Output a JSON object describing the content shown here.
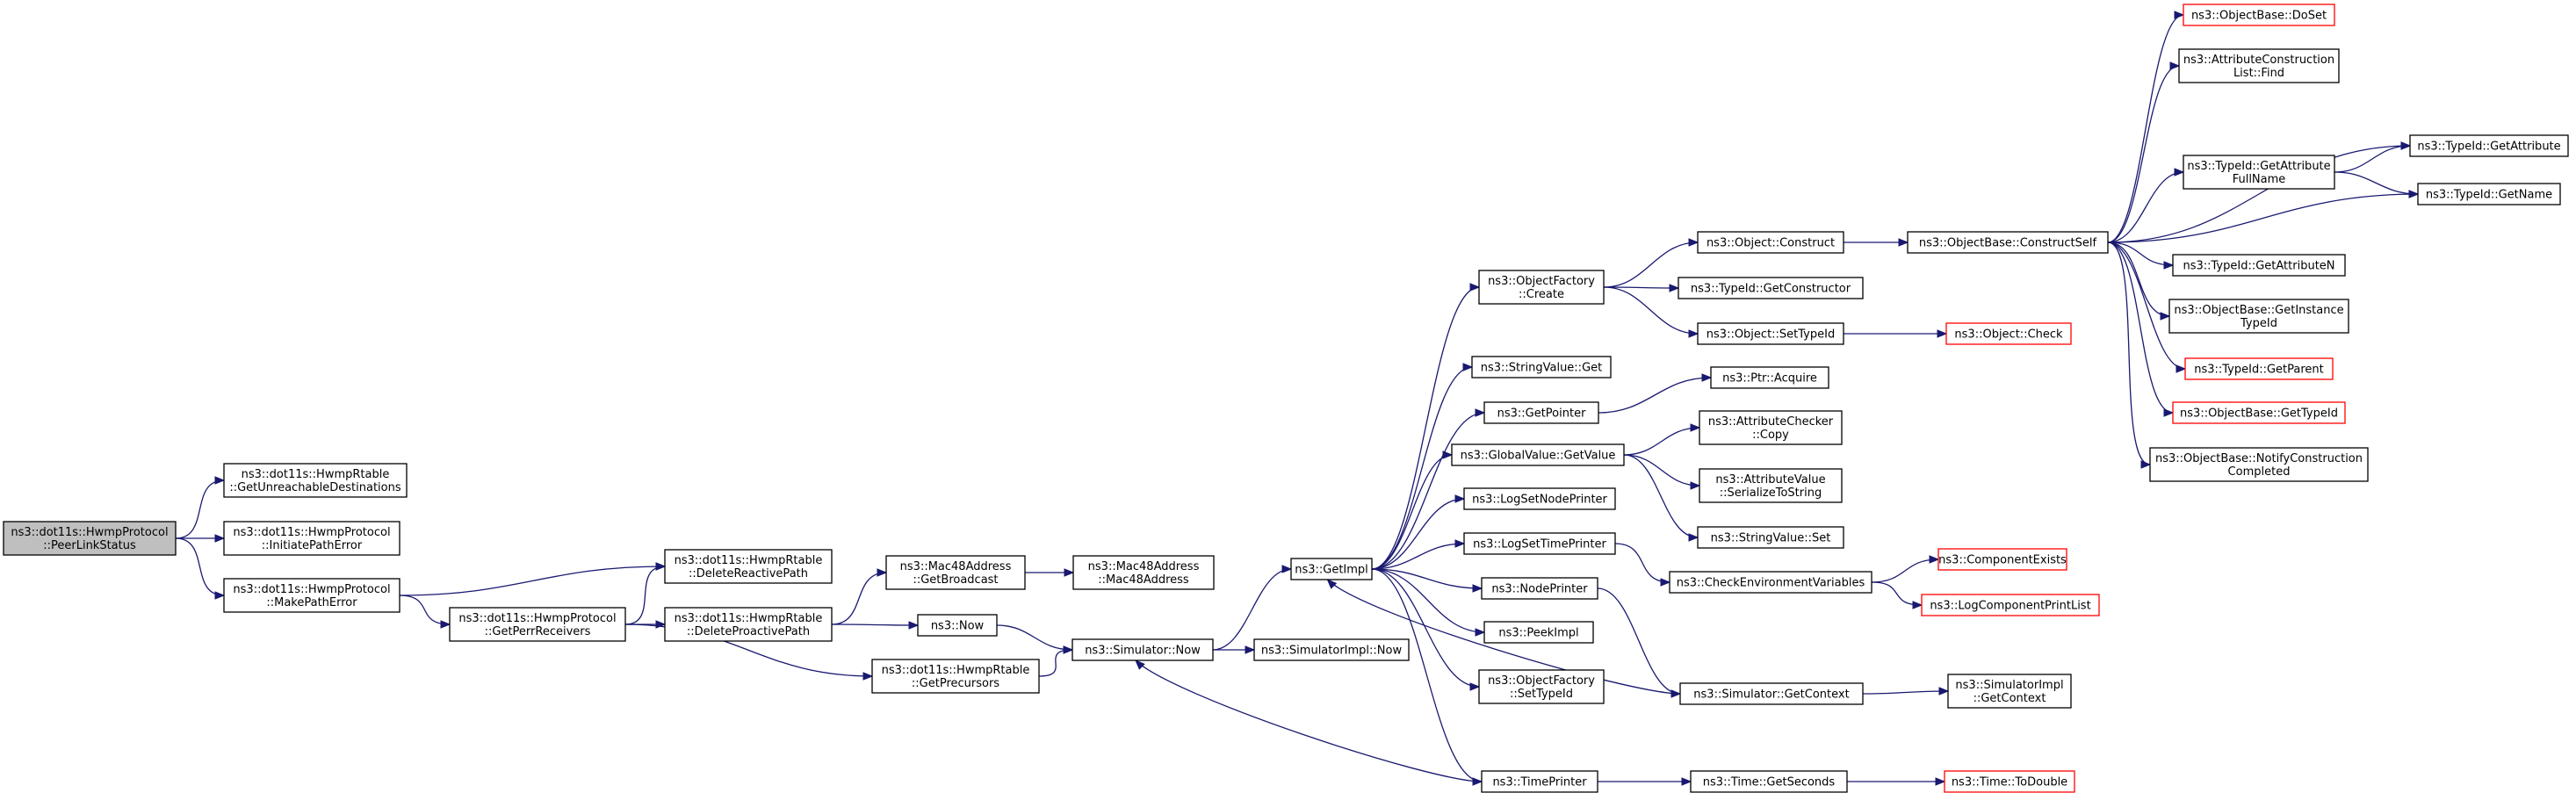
{
  "colors": {
    "edge": "#191970",
    "node_border": "#000000",
    "node_border_red": "#ff0000",
    "root_fill": "#bfbfbf",
    "node_fill": "#ffffff"
  },
  "nodes": [
    {
      "id": "peerlinkstatus",
      "lines": [
        "ns3::dot11s::HwmpProtocol",
        "::PeerLinkStatus"
      ],
      "style": "root"
    },
    {
      "id": "getunreachable",
      "lines": [
        "ns3::dot11s::HwmpRtable",
        "::GetUnreachableDestinations"
      ],
      "style": "normal"
    },
    {
      "id": "initiatepatherror",
      "lines": [
        "ns3::dot11s::HwmpProtocol",
        "::InitiatePathError"
      ],
      "style": "normal"
    },
    {
      "id": "makepatherror",
      "lines": [
        "ns3::dot11s::HwmpProtocol",
        "::MakePathError"
      ],
      "style": "normal"
    },
    {
      "id": "deletereactivepath",
      "lines": [
        "ns3::dot11s::HwmpRtable",
        "::DeleteReactivePath"
      ],
      "style": "normal"
    },
    {
      "id": "getperrreceivers",
      "lines": [
        "ns3::dot11s::HwmpProtocol",
        "::GetPerrReceivers"
      ],
      "style": "normal"
    },
    {
      "id": "deleteproactivepath",
      "lines": [
        "ns3::dot11s::HwmpRtable",
        "::DeleteProactivePath"
      ],
      "style": "normal"
    },
    {
      "id": "getprecursors",
      "lines": [
        "ns3::dot11s::HwmpRtable",
        "::GetPrecursors"
      ],
      "style": "normal"
    },
    {
      "id": "getbroadcast",
      "lines": [
        "ns3::Mac48Address",
        "::GetBroadcast"
      ],
      "style": "normal"
    },
    {
      "id": "mac48address",
      "lines": [
        "ns3::Mac48Address",
        "::Mac48Address"
      ],
      "style": "normal"
    },
    {
      "id": "now",
      "lines": [
        "ns3::Now"
      ],
      "style": "normal"
    },
    {
      "id": "simulatornow",
      "lines": [
        "ns3::Simulator::Now"
      ],
      "style": "normal"
    },
    {
      "id": "simulatorimplnow",
      "lines": [
        "ns3::SimulatorImpl::Now"
      ],
      "style": "normal"
    },
    {
      "id": "getimpl",
      "lines": [
        "ns3::GetImpl"
      ],
      "style": "normal"
    },
    {
      "id": "objectfactorycreate",
      "lines": [
        "ns3::ObjectFactory",
        "::Create"
      ],
      "style": "normal"
    },
    {
      "id": "stringvalueget",
      "lines": [
        "ns3::StringValue::Get"
      ],
      "style": "normal"
    },
    {
      "id": "getpointer",
      "lines": [
        "ns3::GetPointer"
      ],
      "style": "normal"
    },
    {
      "id": "globalvaluegetvalue",
      "lines": [
        "ns3::GlobalValue::GetValue"
      ],
      "style": "normal"
    },
    {
      "id": "logsetnodeprinter",
      "lines": [
        "ns3::LogSetNodePrinter"
      ],
      "style": "normal"
    },
    {
      "id": "logsettimeprinter",
      "lines": [
        "ns3::LogSetTimePrinter"
      ],
      "style": "normal"
    },
    {
      "id": "nodeprinter",
      "lines": [
        "ns3::NodePrinter"
      ],
      "style": "normal"
    },
    {
      "id": "peekimpl",
      "lines": [
        "ns3::PeekImpl"
      ],
      "style": "normal"
    },
    {
      "id": "objectfactorysettypeid",
      "lines": [
        "ns3::ObjectFactory",
        "::SetTypeId"
      ],
      "style": "normal"
    },
    {
      "id": "timeprinter",
      "lines": [
        "ns3::TimePrinter"
      ],
      "style": "normal"
    },
    {
      "id": "objectconstruct",
      "lines": [
        "ns3::Object::Construct"
      ],
      "style": "normal"
    },
    {
      "id": "typeidgetconstructor",
      "lines": [
        "ns3::TypeId::GetConstructor"
      ],
      "style": "normal"
    },
    {
      "id": "objectsettypeid",
      "lines": [
        "ns3::Object::SetTypeId"
      ],
      "style": "normal"
    },
    {
      "id": "ptracquire",
      "lines": [
        "ns3::Ptr::Acquire"
      ],
      "style": "normal"
    },
    {
      "id": "attributecheckercopy",
      "lines": [
        "ns3::AttributeChecker",
        "::Copy"
      ],
      "style": "normal"
    },
    {
      "id": "attributevalueserialize",
      "lines": [
        "ns3::AttributeValue",
        "::SerializeToString"
      ],
      "style": "normal"
    },
    {
      "id": "stringvalueset",
      "lines": [
        "ns3::StringValue::Set"
      ],
      "style": "normal"
    },
    {
      "id": "checkenvvars",
      "lines": [
        "ns3::CheckEnvironmentVariables"
      ],
      "style": "normal"
    },
    {
      "id": "simulatorgetcontext",
      "lines": [
        "ns3::Simulator::GetContext"
      ],
      "style": "normal"
    },
    {
      "id": "timegetseconds",
      "lines": [
        "ns3::Time::GetSeconds"
      ],
      "style": "normal"
    },
    {
      "id": "objectbaseconstructself",
      "lines": [
        "ns3::ObjectBase::ConstructSelf"
      ],
      "style": "normal"
    },
    {
      "id": "objectcheck",
      "lines": [
        "ns3::Object::Check"
      ],
      "style": "red"
    },
    {
      "id": "componentexists",
      "lines": [
        "ns3::ComponentExists"
      ],
      "style": "red"
    },
    {
      "id": "logcomponentprintlist",
      "lines": [
        "ns3::LogComponentPrintList"
      ],
      "style": "red"
    },
    {
      "id": "simulatorimplgetcontext",
      "lines": [
        "ns3::SimulatorImpl",
        "::GetContext"
      ],
      "style": "normal"
    },
    {
      "id": "timetodouble",
      "lines": [
        "ns3::Time::ToDouble"
      ],
      "style": "red"
    },
    {
      "id": "objectbasedoset",
      "lines": [
        "ns3::ObjectBase::DoSet"
      ],
      "style": "red"
    },
    {
      "id": "attributeconstructionlistfind",
      "lines": [
        "ns3::AttributeConstruction",
        "List::Find"
      ],
      "style": "normal"
    },
    {
      "id": "typeidgetattributefullname",
      "lines": [
        "ns3::TypeId::GetAttribute",
        "FullName"
      ],
      "style": "normal"
    },
    {
      "id": "typeidgetattributen",
      "lines": [
        "ns3::TypeId::GetAttributeN"
      ],
      "style": "normal"
    },
    {
      "id": "objectbasegetinstancetypeid",
      "lines": [
        "ns3::ObjectBase::GetInstance",
        "TypeId"
      ],
      "style": "normal"
    },
    {
      "id": "typeidgetparent",
      "lines": [
        "ns3::TypeId::GetParent"
      ],
      "style": "red"
    },
    {
      "id": "objectbasegettypeid",
      "lines": [
        "ns3::ObjectBase::GetTypeId"
      ],
      "style": "red"
    },
    {
      "id": "objectbasenotifyconstruction",
      "lines": [
        "ns3::ObjectBase::NotifyConstruction",
        "Completed"
      ],
      "style": "normal"
    },
    {
      "id": "typeidgetattribute",
      "lines": [
        "ns3::TypeId::GetAttribute"
      ],
      "style": "normal"
    },
    {
      "id": "typeidgetname",
      "lines": [
        "ns3::TypeId::GetName"
      ],
      "style": "normal"
    }
  ],
  "edges": [
    [
      "peerlinkstatus",
      "getunreachable"
    ],
    [
      "peerlinkstatus",
      "initiatepatherror"
    ],
    [
      "peerlinkstatus",
      "makepatherror"
    ],
    [
      "makepatherror",
      "deletereactivepath"
    ],
    [
      "makepatherror",
      "getperrreceivers"
    ],
    [
      "getperrreceivers",
      "deletereactivepath"
    ],
    [
      "getperrreceivers",
      "deleteproactivepath"
    ],
    [
      "getperrreceivers",
      "getprecursors"
    ],
    [
      "deleteproactivepath",
      "getbroadcast"
    ],
    [
      "deleteproactivepath",
      "now"
    ],
    [
      "getbroadcast",
      "mac48address"
    ],
    [
      "now",
      "simulatornow"
    ],
    [
      "getprecursors",
      "simulatornow"
    ],
    [
      "simulatornow",
      "getimpl"
    ],
    [
      "simulatornow",
      "simulatorimplnow"
    ],
    [
      "getimpl",
      "objectfactorycreate"
    ],
    [
      "getimpl",
      "stringvalueget"
    ],
    [
      "getimpl",
      "getpointer"
    ],
    [
      "getimpl",
      "globalvaluegetvalue"
    ],
    [
      "getimpl",
      "logsetnodeprinter"
    ],
    [
      "getimpl",
      "logsettimeprinter"
    ],
    [
      "getimpl",
      "nodeprinter"
    ],
    [
      "getimpl",
      "peekimpl"
    ],
    [
      "getimpl",
      "objectfactorysettypeid"
    ],
    [
      "getimpl",
      "timeprinter"
    ],
    [
      "nodeprinter",
      "simulatorgetcontext"
    ],
    [
      "simulatorgetcontext",
      "getimpl"
    ],
    [
      "simulatorgetcontext",
      "simulatorimplgetcontext"
    ],
    [
      "timeprinter",
      "simulatornow"
    ],
    [
      "timeprinter",
      "timegetseconds"
    ],
    [
      "timegetseconds",
      "timetodouble"
    ],
    [
      "objectfactorycreate",
      "objectconstruct"
    ],
    [
      "objectfactorycreate",
      "typeidgetconstructor"
    ],
    [
      "objectfactorycreate",
      "objectsettypeid"
    ],
    [
      "objectsettypeid",
      "objectcheck"
    ],
    [
      "objectconstruct",
      "objectbaseconstructself"
    ],
    [
      "getpointer",
      "ptracquire"
    ],
    [
      "globalvaluegetvalue",
      "attributecheckercopy"
    ],
    [
      "globalvaluegetvalue",
      "attributevalueserialize"
    ],
    [
      "globalvaluegetvalue",
      "stringvalueset"
    ],
    [
      "logsettimeprinter",
      "checkenvvars"
    ],
    [
      "checkenvvars",
      "componentexists"
    ],
    [
      "checkenvvars",
      "logcomponentprintlist"
    ],
    [
      "objectbaseconstructself",
      "objectbasedoset"
    ],
    [
      "objectbaseconstructself",
      "attributeconstructionlistfind"
    ],
    [
      "objectbaseconstructself",
      "typeidgetattribute"
    ],
    [
      "objectbaseconstructself",
      "typeidgetattributefullname"
    ],
    [
      "objectbaseconstructself",
      "typeidgetname"
    ],
    [
      "objectbaseconstructself",
      "typeidgetattributen"
    ],
    [
      "objectbaseconstructself",
      "objectbasegetinstancetypeid"
    ],
    [
      "objectbaseconstructself",
      "typeidgetparent"
    ],
    [
      "objectbaseconstructself",
      "objectbasegettypeid"
    ],
    [
      "objectbaseconstructself",
      "objectbasenotifyconstruction"
    ],
    [
      "typeidgetattributefullname",
      "typeidgetattribute"
    ],
    [
      "typeidgetattributefullname",
      "typeidgetname"
    ]
  ]
}
